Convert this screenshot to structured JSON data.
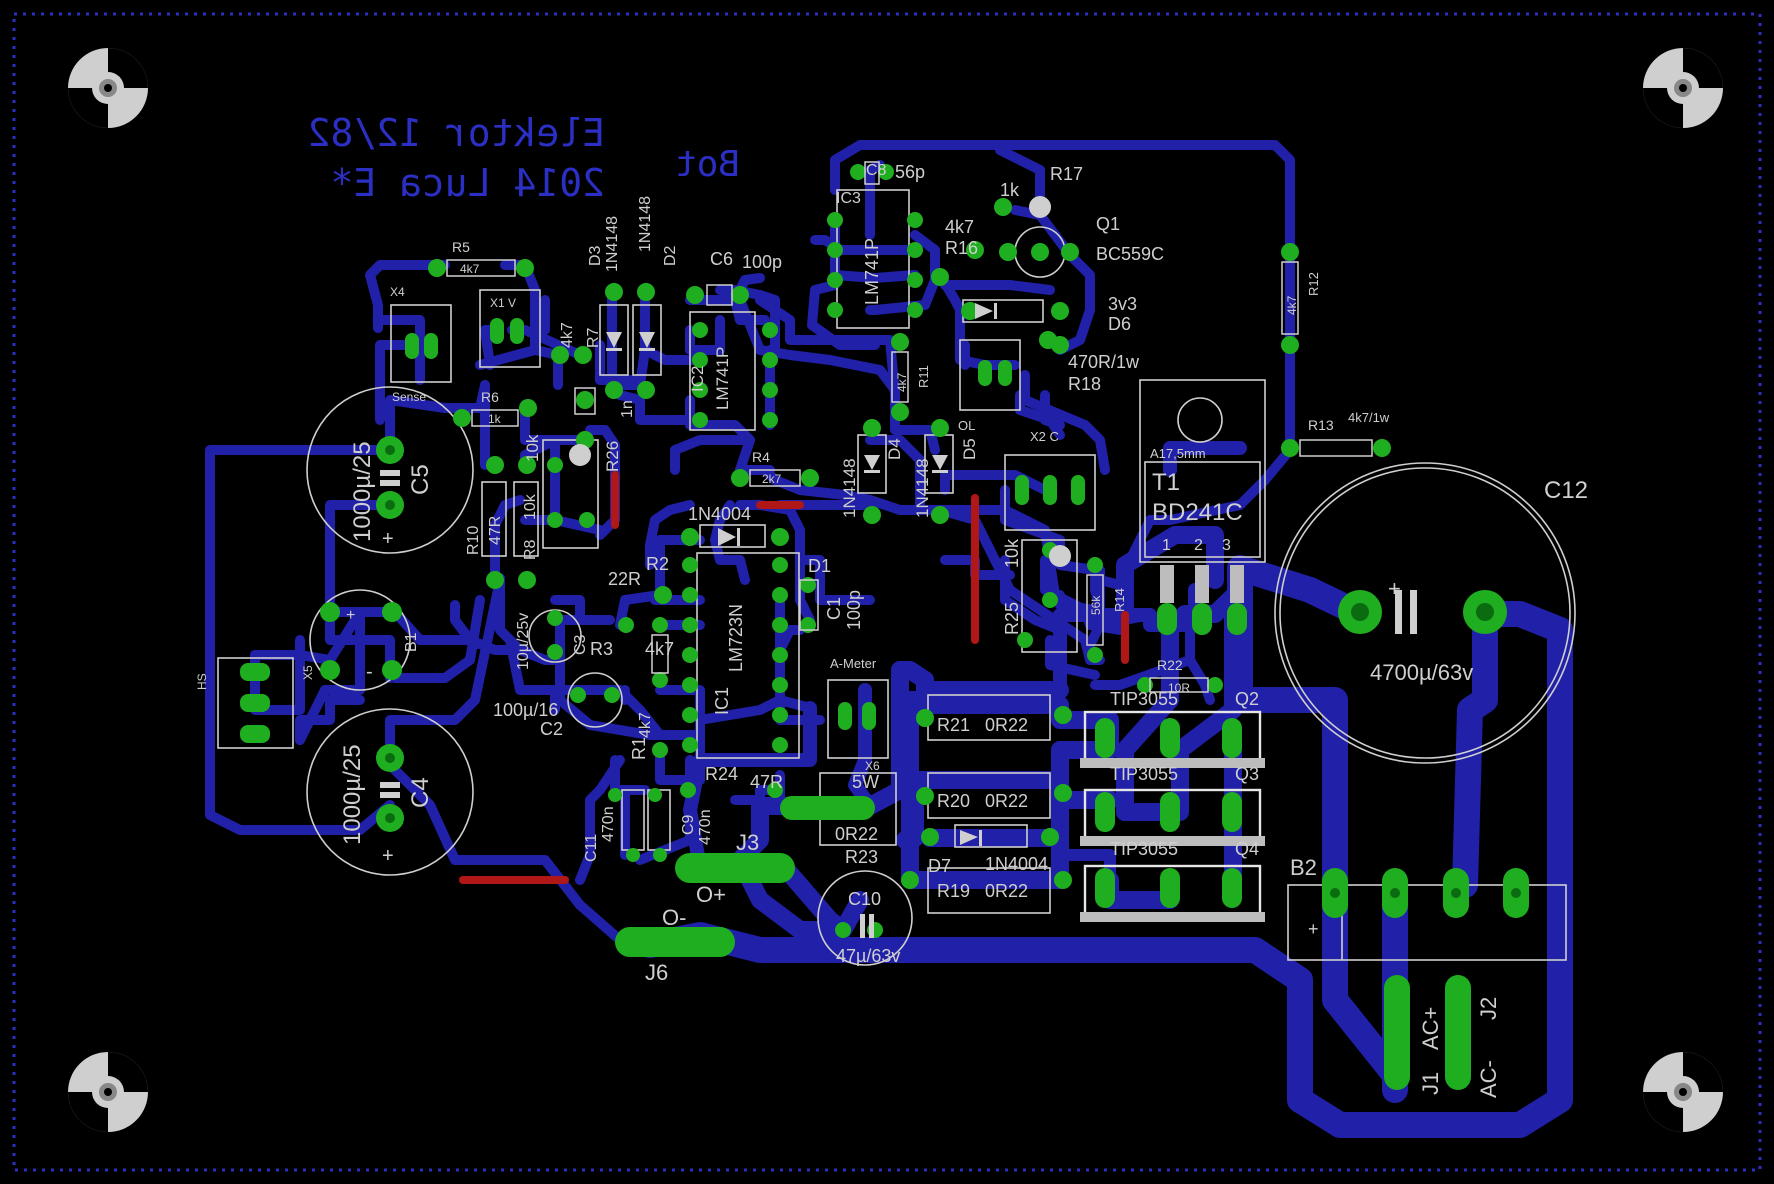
{
  "board": {
    "title_line1": "Elektor 12/82",
    "title_line2": "2014 Luca E*",
    "side": "Bot",
    "background": "#000000",
    "copper_bottom": "#2020a8",
    "copper_top": "#b01818",
    "pad_color": "#1fae1f",
    "silk_color": "#cfcfcf"
  },
  "labels": {
    "x4": "X4",
    "x1": "X1 V",
    "sense": "Sense",
    "r5": "R5",
    "r5v": "4k7",
    "r6": "R6",
    "r6v": "1k",
    "r7": "R7",
    "r7v": "4k7",
    "d3": "D3",
    "d3v": "1N4148",
    "d2": "D2",
    "d2v": "1N4148",
    "c6": "C6",
    "c6v": "100p",
    "c7v": "1n",
    "ic2": "IC2",
    "ic2v": "LM741P",
    "c8": "C8",
    "c8v": "56p",
    "ic3v": "LM741P",
    "ic3": "IC3",
    "r17v": "1k",
    "r17": "R17",
    "r16v": "4k7",
    "r16": "R16",
    "q1": "Q1",
    "q1v": "BC559C",
    "d6v": "3v3",
    "d6": "D6",
    "r18v": "470R/1w",
    "r18": "R18",
    "r12": "R12",
    "r12v": "4k7",
    "r11": "R11",
    "r11v": "4k7",
    "d4": "D4",
    "d4v": "1N4148",
    "d5": "D5",
    "d5v": "1N4148",
    "ol": "OL",
    "x2": "X2 C",
    "r26": "R26",
    "r26v": "10k",
    "r4": "R4",
    "r4v": "2k7",
    "c5": "C5",
    "c5v": "1000µ/25",
    "r10": "R10",
    "r10v": "47R",
    "r8": "R8",
    "r8v": "10k",
    "d1": "D1",
    "d1v": "1N4004",
    "r2": "R2",
    "r2v": "22R",
    "ic1": "IC1",
    "ic1v": "LM723N",
    "c1": "C1",
    "c1v": "100p",
    "c3": "C3",
    "c3v": "10µ/25v",
    "r3": "R3",
    "r3v": "4k7",
    "c2": "C2",
    "c2v": "100µ/16",
    "r1": "R1",
    "r1v": "4k7",
    "b1": "B1",
    "x5": "X5",
    "hs": "HS",
    "c4": "C4",
    "c4v": "1000µ/25",
    "r24": "R24",
    "r24v": "47R",
    "c11": "C11",
    "c11v": "470n",
    "c9": "C9",
    "c9v": "470n",
    "j3": "J3",
    "opos": "O+",
    "j6": "J6",
    "oneg": "O-",
    "ameter": "A-Meter",
    "x6": "X6",
    "r23": "R23",
    "r23v": "0R22",
    "r23w": "5W",
    "c10": "C10",
    "c10v": "47µ/63v",
    "t1": "T1",
    "t1v": "BD241C",
    "t1h": "A17,5mm",
    "pin1": "1",
    "pin2": "2",
    "pin3": "3",
    "r25": "R25",
    "r25v": "10k",
    "r14": "R14",
    "r14v": "56k",
    "r13": "R13",
    "r13v": "4k7/1w",
    "c12": "C12",
    "c12v": "4700µ/63v",
    "r22": "R22",
    "r22v": "10R",
    "r21": "R21",
    "r21v": "0R22",
    "r20": "R20",
    "r20v": "0R22",
    "r19": "R19",
    "r19v": "0R22",
    "d7": "D7",
    "d7v": "1N4004",
    "q2": "Q2",
    "q2v": "TIP3055",
    "q3": "Q3",
    "q3v": "TIP3055",
    "q4": "Q4",
    "q4v": "TIP3055",
    "b2": "B2",
    "j1": "J1",
    "j1v": "AC+",
    "j2": "J2",
    "j2v": "AC-",
    "plus": "+",
    "minus": "-"
  }
}
